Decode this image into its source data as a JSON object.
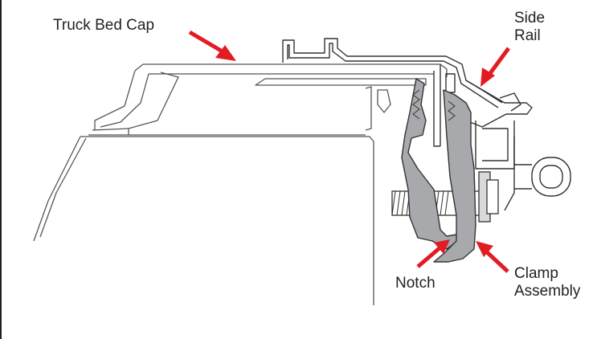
{
  "labels": {
    "truck_bed_cap": "Truck Bed Cap",
    "side_rail_line1": "Side",
    "side_rail_line2": "Rail",
    "notch": "Notch",
    "clamp_line1": "Clamp",
    "clamp_line2": "Assembly"
  },
  "colors": {
    "arrow": "#e31b23",
    "line": "#4a4a4a",
    "clamp_fill": "#a7a9ac",
    "bolt_fill": "#6d6e71"
  }
}
